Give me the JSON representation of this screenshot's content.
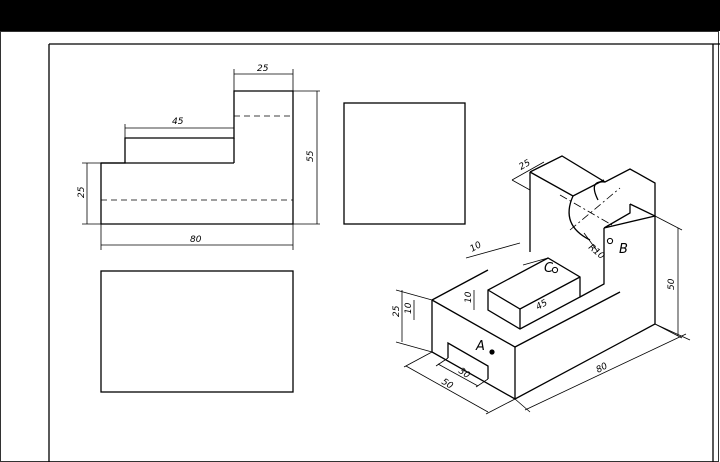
{
  "drawing": {
    "front_view": {
      "dims": {
        "top_step": "25",
        "middle_step": "45",
        "height": "55",
        "left_height": "25",
        "width": "80"
      }
    },
    "isometric": {
      "dims": {
        "top_width": "25",
        "radius": "R10",
        "height_right": "50",
        "length": "80",
        "rib_width": "10",
        "rib_height": "10",
        "rib_length": "45",
        "base_height": "25",
        "base_rib": "10",
        "slot_width": "30",
        "slot_depth": "50"
      },
      "points": {
        "a": "A",
        "b": "B",
        "c": "C"
      }
    }
  }
}
